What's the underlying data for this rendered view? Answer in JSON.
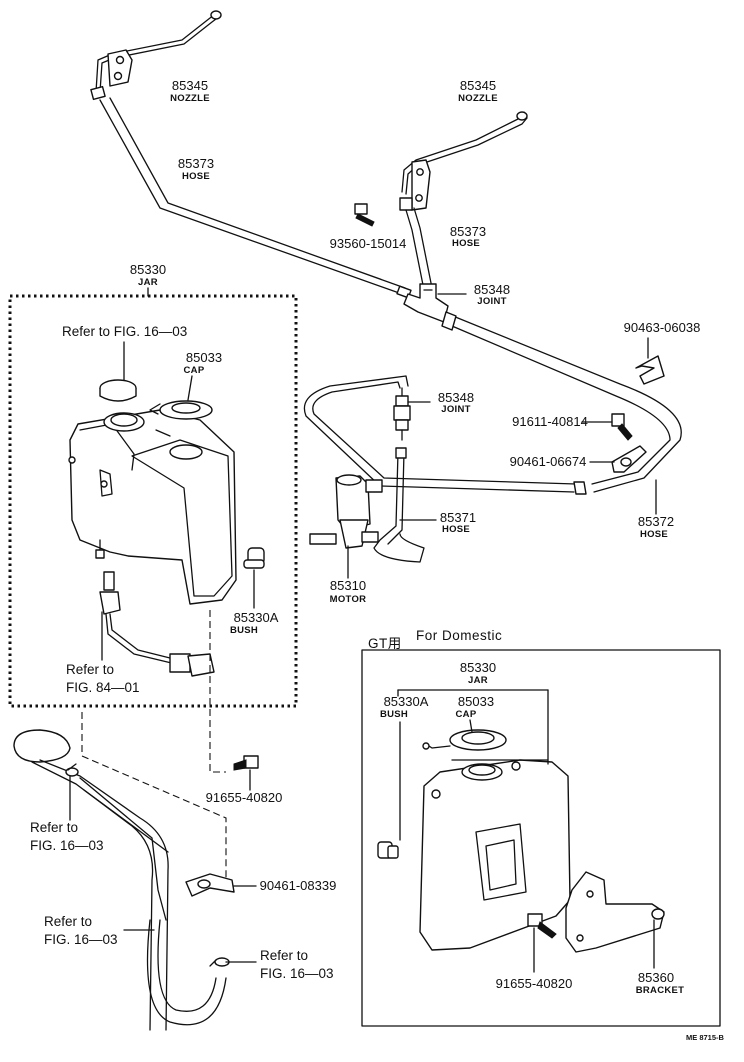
{
  "parts": {
    "nozzle_left": {
      "number": "85345",
      "name": "NOZZLE"
    },
    "nozzle_right": {
      "number": "85345",
      "name": "NOZZLE"
    },
    "hose_upper_left": {
      "number": "85373",
      "name": "HOSE"
    },
    "hose_upper_right": {
      "number": "85373",
      "name": "HOSE"
    },
    "bolt_93560": {
      "number": "93560-15014"
    },
    "joint_upper": {
      "number": "85348",
      "name": "JOINT"
    },
    "jar": {
      "number": "85330",
      "name": "JAR"
    },
    "clamp_90463": {
      "number": "90463-06038"
    },
    "joint_lower": {
      "number": "85348",
      "name": "JOINT"
    },
    "bolt_91611": {
      "number": "91611-40814"
    },
    "clamp_90461_06674": {
      "number": "90461-06674"
    },
    "cap": {
      "number": "85033",
      "name": "CAP"
    },
    "hose_motor": {
      "number": "85371",
      "name": "HOSE"
    },
    "hose_long": {
      "number": "85372",
      "name": "HOSE"
    },
    "motor": {
      "number": "85310",
      "name": "MOTOR"
    },
    "bush": {
      "number": "85330A",
      "name": "BUSH"
    },
    "bolt_91655": {
      "number": "91655-40820"
    },
    "clamp_90461_08339": {
      "number": "90461-08339"
    }
  },
  "references": {
    "fig_16_03_top": "Refer to FIG. 16—03",
    "fig_84_01_line1": "Refer to",
    "fig_84_01_line2": "FIG. 84—01",
    "left_line1": "Refer to",
    "left_line2": "FIG. 16—03",
    "mid_line1": "Refer to",
    "mid_line2": "FIG. 16—03",
    "bottom_line1": "Refer to",
    "bottom_line2": "FIG. 16—03"
  },
  "gt_box": {
    "header_model": "GT用",
    "header_note": "For Domestic",
    "jar": {
      "number": "85330",
      "name": "JAR"
    },
    "bush": {
      "number": "85330A",
      "name": "BUSH"
    },
    "cap": {
      "number": "85033",
      "name": "CAP"
    },
    "bolt": {
      "number": "91655-40820"
    },
    "bracket": {
      "number": "85360",
      "name": "BRACKET"
    }
  },
  "footer_code": "ME 8715-B"
}
